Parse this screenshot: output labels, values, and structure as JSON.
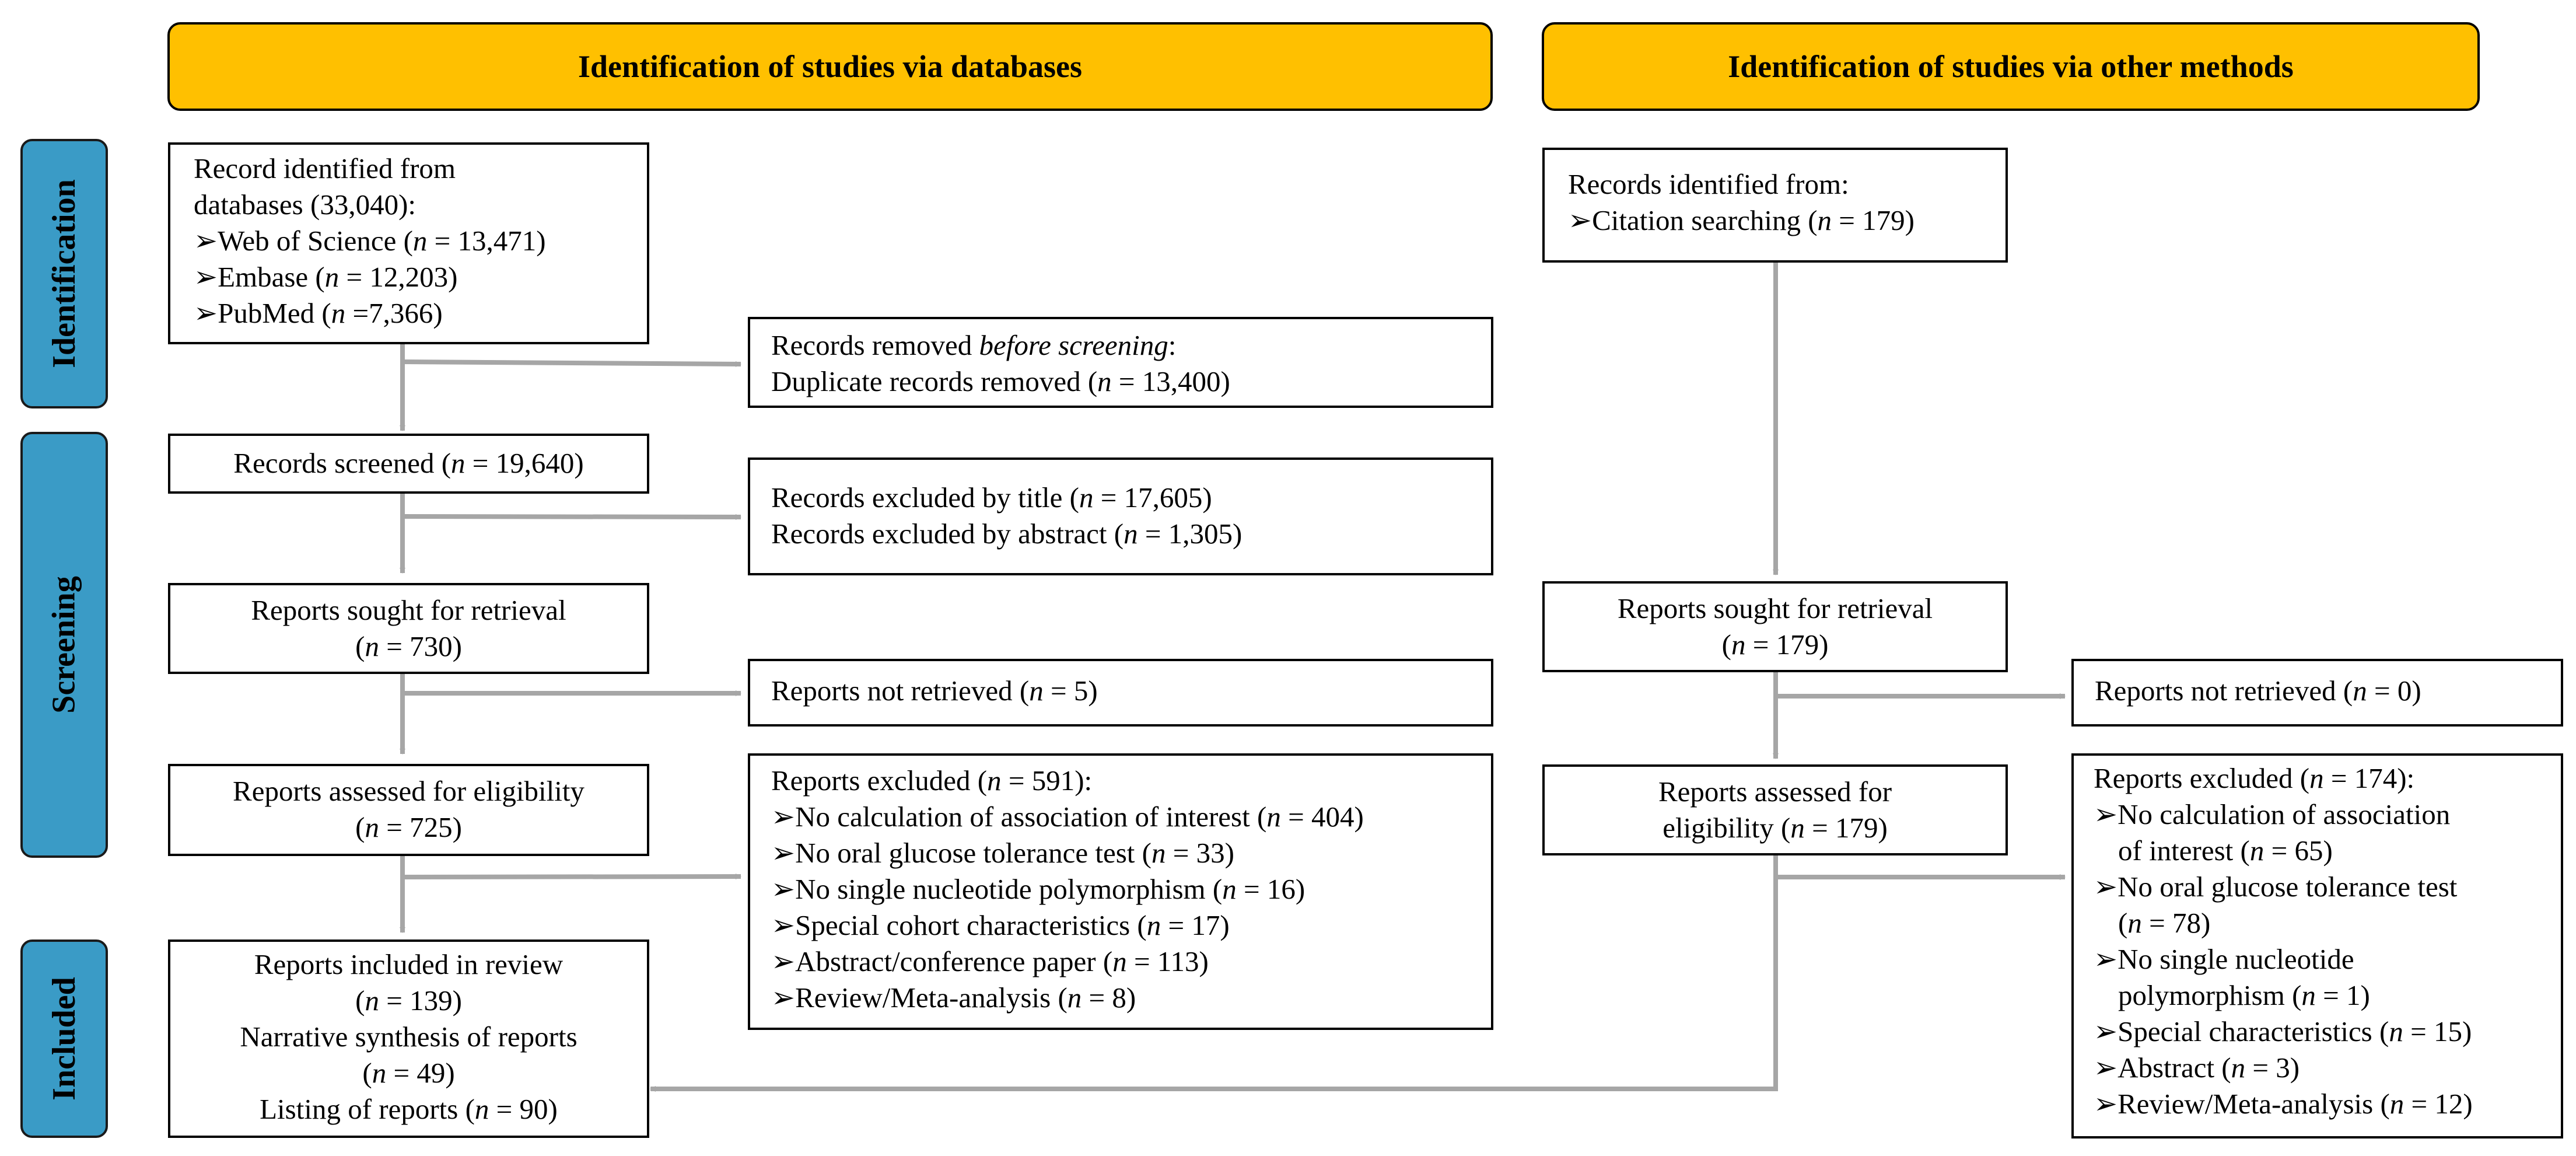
{
  "headers": {
    "databases": "Identification of studies via databases",
    "other": "Identification of studies via other methods"
  },
  "phases": {
    "identification": "Identification",
    "screening": "Screening",
    "included": "Included"
  },
  "left": {
    "identified": {
      "l1": "Record identified from",
      "l2": "databases (33,040):",
      "items": [
        {
          "pre": "Web of Science (",
          "n": "n",
          "post": " = 13,471)"
        },
        {
          "pre": "Embase (",
          "n": "n",
          "post": " = 12,203)"
        },
        {
          "pre": "PubMed (",
          "n": "n",
          "post": " =7,366)"
        }
      ]
    },
    "removed": {
      "l1a": "Records removed ",
      "l1b": "before screening",
      "l1c": ":",
      "l2a": "Duplicate records removed (",
      "l2n": "n",
      "l2b": " = 13,400)"
    },
    "screened": {
      "a": "Records screened (",
      "n": "n",
      "b": " = 19,640)"
    },
    "excluded_title": {
      "l1a": "Records excluded by title (",
      "l1n": "n",
      "l1b": " = 17,605)",
      "l2a": "Records excluded by abstract (",
      "l2n": "n",
      "l2b": " = 1,305)"
    },
    "sought": {
      "l1": "Reports sought for retrieval",
      "l2a": "(",
      "n": "n",
      "l2b": " = 730)"
    },
    "not_retrieved": {
      "a": "Reports not retrieved (",
      "n": "n",
      "b": " = 5)"
    },
    "assessed": {
      "l1": "Reports assessed for eligibility",
      "l2a": "(",
      "n": "n",
      "l2b": " = 725)"
    },
    "excluded_reports": {
      "l1a": "Reports excluded (",
      "l1n": "n",
      "l1b": " = 591):",
      "items": [
        {
          "pre": "No calculation of association of interest (",
          "n": "n",
          "post": " = 404)"
        },
        {
          "pre": "No oral glucose tolerance test (",
          "n": "n",
          "post": " = 33)"
        },
        {
          "pre": "No single nucleotide polymorphism (",
          "n": "n",
          "post": " = 16)"
        },
        {
          "pre": "Special cohort characteristics (",
          "n": "n",
          "post": " = 17)"
        },
        {
          "pre": "Abstract/conference paper (",
          "n": "n",
          "post": " = 113)"
        },
        {
          "pre": "Review/Meta-analysis (",
          "n": "n",
          "post": " = 8)"
        }
      ]
    },
    "included": {
      "l1": "Reports included in review",
      "l2a": "(",
      "l2n": "n",
      "l2b": " = 139)",
      "l3": "Narrative synthesis of reports",
      "l4a": "(",
      "l4n": "n",
      "l4b": " = 49)",
      "l5a": "Listing of reports (",
      "l5n": "n",
      "l5b": " = 90)"
    }
  },
  "right": {
    "identified": {
      "l1": "Records identified from:",
      "item_pre": "Citation searching (",
      "item_n": "n",
      "item_post": " = 179)"
    },
    "sought": {
      "l1": "Reports sought for retrieval",
      "l2a": "(",
      "n": "n",
      "l2b": " = 179)"
    },
    "not_retrieved": {
      "a": "Reports not retrieved (",
      "n": "n",
      "b": " = 0)"
    },
    "assessed": {
      "l1": "Reports assessed for",
      "l2a": "eligibility (",
      "n": "n",
      "l2b": " = 179)"
    },
    "excluded_reports": {
      "l1a": "Reports excluded (",
      "l1n": "n",
      "l1b": " = 174):",
      "i1_l1": "No calculation of association",
      "i1_l2a": "of interest (",
      "i1_n": "n",
      "i1_l2b": " = 65)",
      "i2_pre": "No oral glucose tolerance test",
      "i2_l2a": "(",
      "i2_n": "n",
      "i2_l2b": " = 78)",
      "i3_l1": "No single nucleotide",
      "i3_l2a": "polymorphism (",
      "i3_n": "n",
      "i3_l2b": " = 1)",
      "i4_pre": "Special characteristics (",
      "i4_n": "n",
      "i4_post": " = 15)",
      "i5_pre": "Abstract (",
      "i5_n": "n",
      "i5_post": " = 3)",
      "i6_pre": "Review/Meta-analysis (",
      "i6_n": "n",
      "i6_post": " = 12)"
    }
  },
  "bullet": "➢"
}
